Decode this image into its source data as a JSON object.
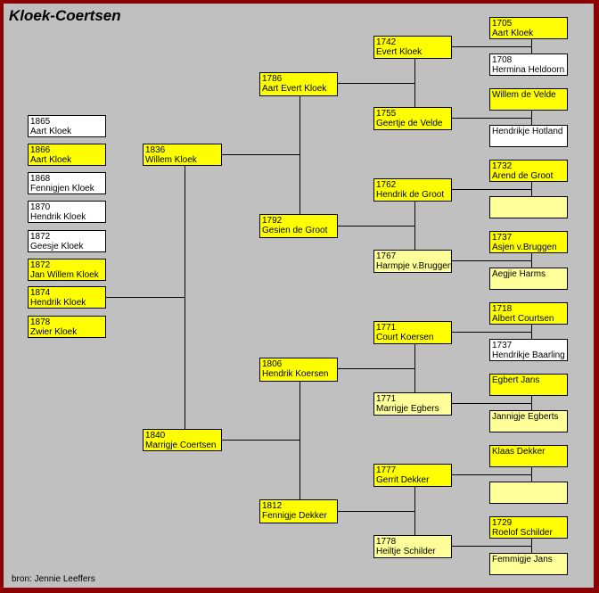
{
  "title": "Kloek-Coertsen",
  "source": "bron: Jennie Leeffers",
  "children": [
    {
      "year": "1865",
      "name": "Aart Kloek",
      "fill": "white"
    },
    {
      "year": "1866",
      "name": "Aart Kloek",
      "fill": "yellow"
    },
    {
      "year": "1868",
      "name": "Fennigjen Kloek",
      "fill": "white"
    },
    {
      "year": "1870",
      "name": "Hendrik Kloek",
      "fill": "white"
    },
    {
      "year": "1872",
      "name": "Geesje Kloek",
      "fill": "white"
    },
    {
      "year": "1872",
      "name": "Jan Willem Kloek",
      "fill": "yellow"
    },
    {
      "year": "1874",
      "name": "Hendrik Kloek",
      "fill": "yellow"
    },
    {
      "year": "1878",
      "name": "Zwier Kloek",
      "fill": "yellow"
    }
  ],
  "parents": [
    {
      "year": "1836",
      "name": "Willem Kloek"
    },
    {
      "year": "1840",
      "name": "Marrigje Coertsen"
    }
  ],
  "grandparents": [
    {
      "year": "1786",
      "name": "Aart Evert Kloek"
    },
    {
      "year": "1792",
      "name": "Gesien de Groot"
    },
    {
      "year": "1806",
      "name": "Hendrik Koersen"
    },
    {
      "year": "1812",
      "name": "Fennigje Dekker"
    }
  ],
  "great_grandparents": [
    {
      "year": "1742",
      "name": "Evert Kloek"
    },
    {
      "year": "1755",
      "name": "Geertje de Velde"
    },
    {
      "year": "1762",
      "name": "Hendrik de Groot"
    },
    {
      "year": "1767",
      "name": "Harmpje v.Bruggen"
    },
    {
      "year": "1771",
      "name": "Court Koersen"
    },
    {
      "year": "1771",
      "name": "Marrigje Egbers"
    },
    {
      "year": "1777",
      "name": "Gerrit Dekker"
    },
    {
      "year": "1778",
      "name": "Heiltje Schilder"
    }
  ],
  "great_great_grandparents": [
    {
      "year": "1705",
      "name": "Aart Kloek",
      "fill": "yellow"
    },
    {
      "year": "1708",
      "name": "Hermina Heldoorn",
      "fill": "white"
    },
    {
      "year": "",
      "name": "Willem de Velde",
      "fill": "yellow"
    },
    {
      "year": "",
      "name": "Hendrikje Hotland",
      "fill": "white"
    },
    {
      "year": "1732",
      "name": "Arend de Groot",
      "fill": "yellow"
    },
    {
      "year": "",
      "name": "",
      "fill": "lightyellow"
    },
    {
      "year": "1737",
      "name": "Asjen v.Bruggen",
      "fill": "yellow"
    },
    {
      "year": "",
      "name": "Aegjie Harms",
      "fill": "lightyellow"
    },
    {
      "year": "1718",
      "name": "Albert Courtsen",
      "fill": "yellow"
    },
    {
      "year": "1737",
      "name": "Hendrikje Baarling",
      "fill": "white"
    },
    {
      "year": "",
      "name": "Egbert Jans",
      "fill": "yellow"
    },
    {
      "year": "",
      "name": "Jannigje Egberts",
      "fill": "lightyellow"
    },
    {
      "year": "",
      "name": "Klaas Dekker",
      "fill": "yellow"
    },
    {
      "year": "",
      "name": "",
      "fill": "lightyellow"
    },
    {
      "year": "1729",
      "name": "Roelof Schilder",
      "fill": "yellow"
    },
    {
      "year": "",
      "name": "Femmigje Jans",
      "fill": "lightyellow"
    }
  ]
}
